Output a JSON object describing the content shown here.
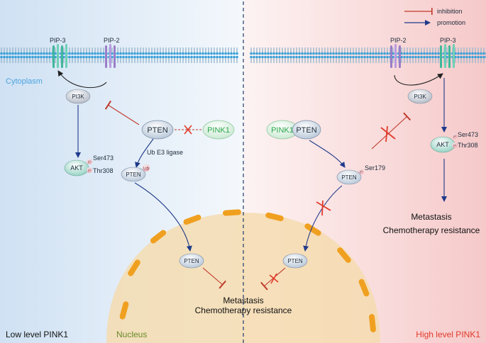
{
  "legend": {
    "inhibition_label": "inhibition",
    "promotion_label": "promotion",
    "inhibition_color": "#c0392b",
    "promotion_color": "#1f3a8a"
  },
  "left_panel": {
    "membrane_labels": {
      "pip3": "PIP-3",
      "pip2": "PIP-2"
    },
    "compartment_label": "Cytoplasm",
    "pi3k": "PI3K",
    "akt": "AKT",
    "ser473": "Ser473",
    "thr308": "Thr308",
    "phospho_mark": "P",
    "pten": "PTEN",
    "pink1": "PINK1",
    "ub_e3_ligase": "Ub E3 ligase",
    "pten_ub": "PTEN",
    "ub_mark": "Ub",
    "pten_nuclear": "PTEN",
    "outcome_line1": "Metastasis",
    "outcome_line2": "Chemotherapy resistance",
    "footer": "Low level PINK1"
  },
  "right_panel": {
    "membrane_labels": {
      "pip2": "PIP-2",
      "pip3": "PIP-3"
    },
    "pink1": "PINK1",
    "pten": "PTEN",
    "pten_ser179": "PTEN",
    "ser179": "Ser179",
    "pi3k": "PI3K",
    "akt": "AKT",
    "ser473": "Ser473",
    "thr308": "Thr308",
    "phospho_mark": "P",
    "outcome_line1": "Metastasis",
    "outcome_line2": "Chemotherapy resistance",
    "pten_nuclear": "PTEN",
    "footer": "High level PINK1"
  },
  "nucleus_label": "Nucleus",
  "colors": {
    "left_bg": "#dbe8f5",
    "right_bg": "#f9d4d4",
    "nucleus_fill": "#f5dcb0",
    "nucleus_dash": "#f0a020",
    "cytoplasm_text": "#4aa3df",
    "nucleus_text": "#6a8a2a",
    "high_text": "#e03c2c",
    "pink1_text": "#2aa64a"
  }
}
